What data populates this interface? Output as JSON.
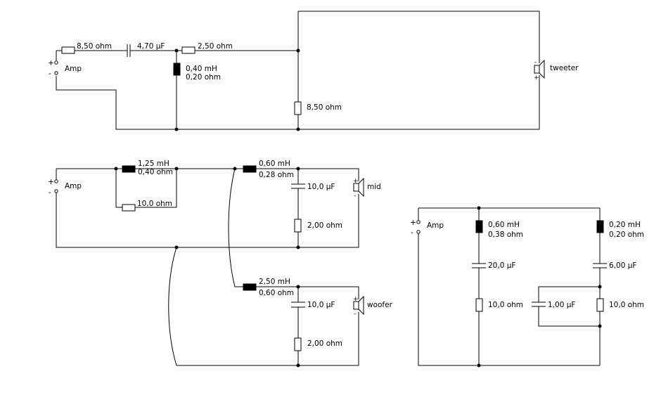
{
  "circuit1": {
    "terminal_plus": "+",
    "terminal_minus": "-",
    "amp_label": "Amp",
    "r_series": "8,50 ohm",
    "c_series": "4,70 µF",
    "r_series2": "2,50 ohm",
    "l_shunt_value": "0,40 mH",
    "l_shunt_resistance": "0,20 ohm",
    "r_shunt": "8,50 ohm",
    "speaker": "tweeter"
  },
  "circuit2": {
    "terminal_plus": "+",
    "terminal_minus": "-",
    "amp_label": "Amp",
    "l_main_value": "1,25 mH",
    "l_main_resistance": "0,40 ohm",
    "r_parallel": "10,0 ohm",
    "l_mid_value": "0,60 mH",
    "l_mid_resistance": "0,28 ohm",
    "c_mid": "10,0 µF",
    "r_mid": "2,00 ohm",
    "speaker_mid": "mid",
    "l_woofer_value": "2,50 mH",
    "l_woofer_resistance": "0,60 ohm",
    "c_woofer": "10,0 µF",
    "r_woofer": "2,00 ohm",
    "speaker_woofer": "woofer"
  },
  "circuit3": {
    "terminal_plus": "+",
    "terminal_minus": "-",
    "amp_label": "Amp",
    "l_left_value": "0,60 mH",
    "l_left_resistance": "0,38 ohm",
    "c_left": "20,0 µF",
    "r_left": "10,0 ohm",
    "l_right_value": "0,20 mH",
    "l_right_resistance": "0,20 ohm",
    "c_right": "6,00 µF",
    "c_parallel": "1,00 µF",
    "r_right": "10,0 ohm"
  }
}
